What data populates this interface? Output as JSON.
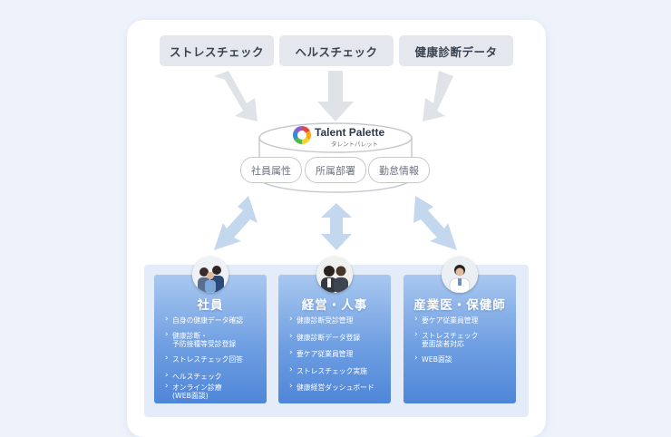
{
  "sources": [
    "ストレスチェック",
    "ヘルスチェック",
    "健康診断データ"
  ],
  "database": {
    "logo_text": "Talent Palette",
    "logo_sub": "タレントパレット",
    "fields": [
      "社員属性",
      "所属部署",
      "勤怠情報"
    ]
  },
  "roles": [
    {
      "title": "社員",
      "items": [
        [
          "自身の健康データ確認"
        ],
        [
          "健康診断・",
          "予防接種等受診登録"
        ],
        [
          "ストレスチェック回答"
        ],
        [
          "ヘルスチェック"
        ],
        [
          "オンライン診療",
          "(WEB面談)"
        ]
      ]
    },
    {
      "title": "経営・人事",
      "items": [
        [
          "健康診断受診管理"
        ],
        [
          "健康診断データ登録"
        ],
        [
          "要ケア従業員管理"
        ],
        [
          "ストレスチェック実施"
        ],
        [
          "健康経営ダッシュボード"
        ]
      ]
    },
    {
      "title": "産業医・保健師",
      "items": [
        [
          "要ケア従業員管理"
        ],
        [
          "ストレスチェック",
          "要面談者対応"
        ],
        [
          "WEB面談"
        ]
      ]
    }
  ],
  "colors": {
    "background": "#eef3fb",
    "source_box": "#e4e8ee",
    "arrow": "#dfe3e8",
    "two_way_arrow": "#c3d7ee",
    "role_card_top": "#a9c8f0",
    "role_card_bottom": "#4f86d8"
  },
  "icons": [
    "talent-palette-logo-icon",
    "employee-photo-icon",
    "management-photo-icon",
    "doctor-photo-icon"
  ]
}
